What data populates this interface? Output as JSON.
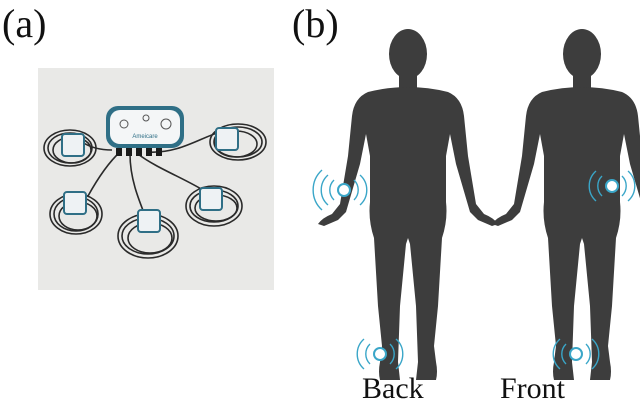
{
  "panels": {
    "a": {
      "label": "(a)"
    },
    "b": {
      "label": "(b)"
    }
  },
  "figures": {
    "back": {
      "caption": "Back"
    },
    "front": {
      "caption": "Front"
    }
  },
  "device": {
    "brand_text": "Ameicare"
  },
  "colors": {
    "silhouette": "#3d3d3d",
    "sensor_ring": "#3aa6c8",
    "photo_bg": "#e9e9e7",
    "device_body": "#2f6f86",
    "cable": "#2a2a2a"
  }
}
